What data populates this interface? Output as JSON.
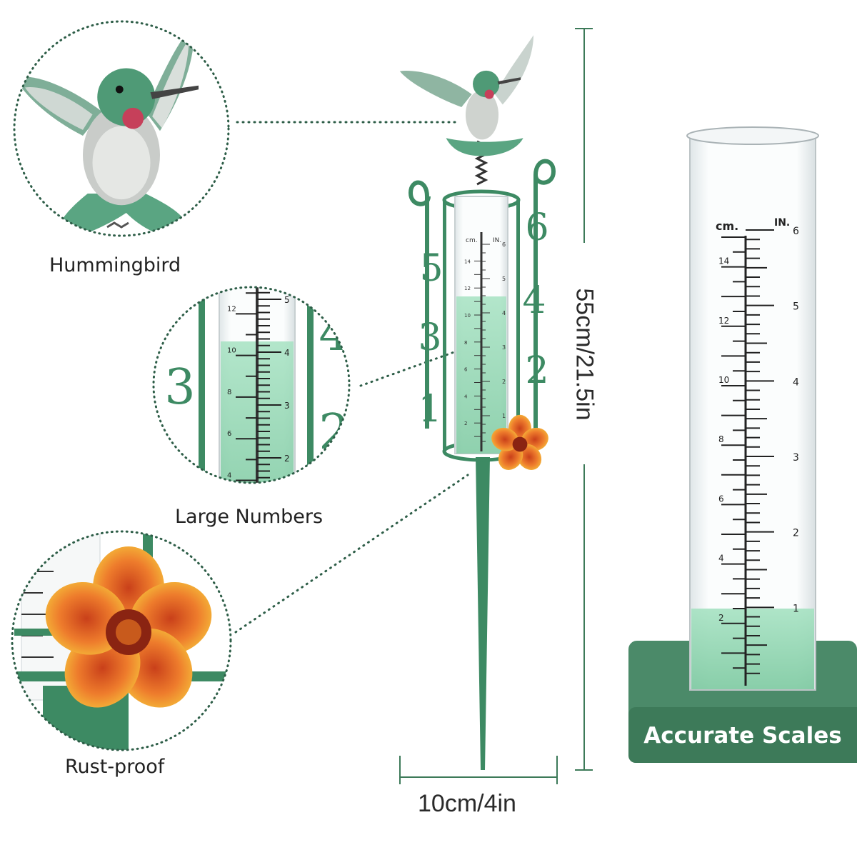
{
  "product": {
    "features": [
      {
        "label": "Hummingbird"
      },
      {
        "label": "Large Numbers"
      },
      {
        "label": "Rust-proof"
      }
    ],
    "height_label": "55cm/21.5in",
    "width_label": "10cm/4in",
    "badge_label": "Accurate Scales"
  },
  "gauge": {
    "frame_numbers": [
      "1",
      "2",
      "3",
      "4",
      "5",
      "6"
    ],
    "cm_unit": "cm.",
    "in_unit": "IN.",
    "cm_ticks": [
      "2",
      "4",
      "6",
      "8",
      "10",
      "12",
      "14"
    ],
    "in_ticks": [
      "1",
      "2",
      "3",
      "4",
      "5",
      "6"
    ],
    "water_level_in": 1,
    "zoom_cm_ticks": [
      "4",
      "6",
      "8",
      "10",
      "12"
    ],
    "zoom_in_ticks": [
      "2",
      "3",
      "4",
      "5"
    ],
    "zoom_frame_numbers": [
      "3",
      "4",
      "2"
    ]
  },
  "colors": {
    "metal_green": "#3d8a63",
    "water": "#8fd4b0",
    "badge": "#3d7a59",
    "petal_orange": "#e8752a",
    "petal_yellow": "#f5c23a",
    "dots": "#2e5e48"
  },
  "icons": [
    "hummingbird-icon",
    "flower-icon",
    "rain-gauge-tube-icon"
  ]
}
